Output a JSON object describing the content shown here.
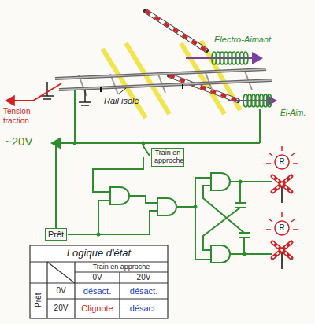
{
  "diagram": {
    "nodes": [
      {
        "text": [
          "Train en approche"
        ]
      },
      {
        "text": [
          "Prêt"
        ]
      }
    ],
    "labels": [
      "Electro-Aimant",
      "Él-Aim.",
      "Rail isolé",
      "Tension traction",
      "~20V",
      "R",
      "R",
      "Logique d'état",
      "Train en approche",
      "Prêt",
      "0V",
      "20V",
      "0V",
      "désact.",
      "désact.",
      "20V",
      "Clignote",
      "désact."
    ]
  }
}
